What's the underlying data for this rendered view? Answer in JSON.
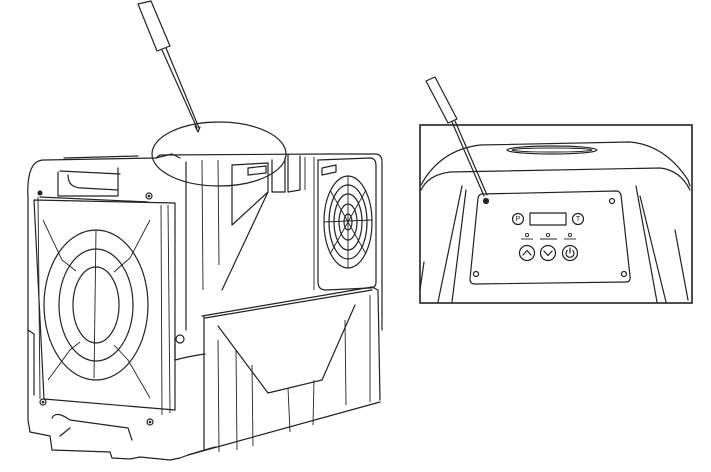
{
  "figure": {
    "main_view": {
      "subject": "dehumidifier-unit",
      "tool": "screwdriver",
      "highlight": "control-panel-area-ellipse"
    },
    "detail_view": {
      "subject": "control-panel-closeup",
      "panel": {
        "left_button_label": "P",
        "right_button_label": "T",
        "display": "blank-lcd",
        "indicator_count": 3,
        "buttons": [
          "up-arrow",
          "down-arrow",
          "power"
        ],
        "screws": 4
      }
    }
  },
  "colors": {
    "line": "#222222",
    "background": "#ffffff"
  }
}
